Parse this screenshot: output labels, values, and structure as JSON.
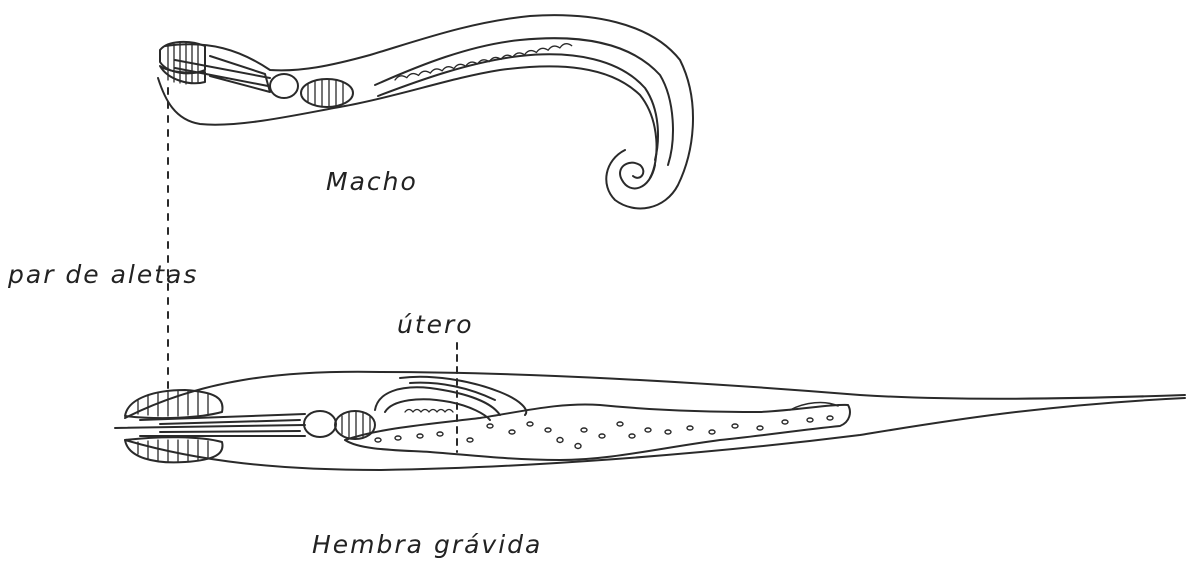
{
  "diagram": {
    "labels": {
      "male": "Macho",
      "fins": "par de aletas",
      "uterus": "útero",
      "female": "Hembra grávida"
    }
  },
  "colors": {
    "ink": "#2a2a2a",
    "background": "#ffffff"
  }
}
